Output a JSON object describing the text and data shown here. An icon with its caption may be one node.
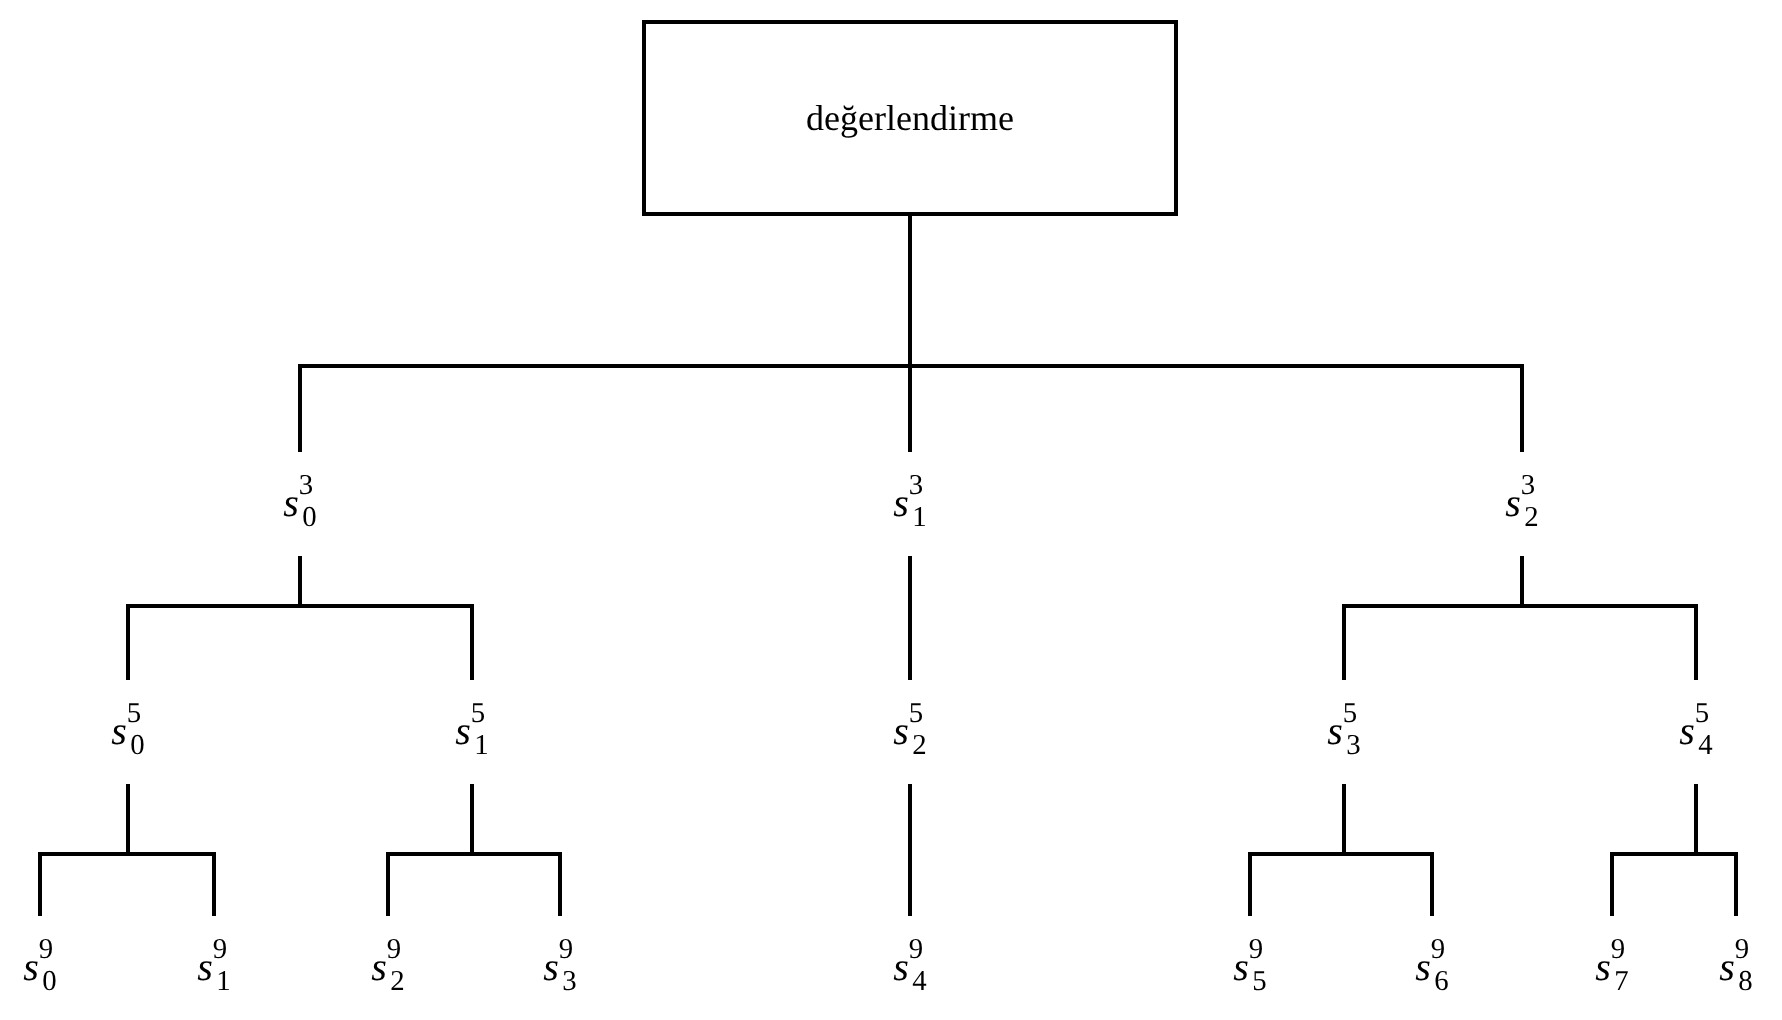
{
  "diagram": {
    "nodes": [
      {
        "text": [
          "değerlendirme"
        ]
      },
      {
        "text": [
          "*s*$^{3}$$_{0}$"
        ]
      },
      {
        "text": [
          "*s*$^{3}$$_{1}$"
        ]
      },
      {
        "text": [
          "*s*$^{3}$$_{2}$"
        ]
      },
      {
        "text": [
          "*s*$^{5}$$_{0}$"
        ]
      },
      {
        "text": [
          "*s*$^{5}$$_{1}$"
        ]
      },
      {
        "text": [
          "*s*$^{5}$$_{2}$"
        ]
      },
      {
        "text": [
          "*s*$^{5}$$_{3}$"
        ]
      },
      {
        "text": [
          "*s*$^{5}$$_{4}$"
        ]
      },
      {
        "text": [
          "*s*$^{9}$$_{0}$"
        ]
      },
      {
        "text": [
          "*s*$^{9}$$_{1}$"
        ]
      },
      {
        "text": [
          "*s*$^{9}$$_{2}$"
        ]
      },
      {
        "text": [
          "*s*$^{9}$$_{3}$"
        ]
      },
      {
        "text": [
          "*s*$^{9}$$_{4}$"
        ]
      },
      {
        "text": [
          "*s*$^{9}$$_{5}$"
        ]
      },
      {
        "text": [
          "*s*$^{9}$$_{6}$"
        ]
      },
      {
        "text": [
          "*s*$^{9}$$_{7}$"
        ]
      },
      {
        "text": [
          "*s*$^{9}$$_{8}$"
        ]
      }
    ],
    "edges": [
      {
        "from": 0,
        "to": 1,
        "arrow": "none"
      },
      {
        "from": 0,
        "to": 2,
        "arrow": "none"
      },
      {
        "from": 0,
        "to": 3,
        "arrow": "none"
      },
      {
        "from": 1,
        "to": 4,
        "arrow": "none"
      },
      {
        "from": 1,
        "to": 5,
        "arrow": "none"
      },
      {
        "from": 2,
        "to": 6,
        "arrow": "none"
      },
      {
        "from": 3,
        "to": 7,
        "arrow": "none"
      },
      {
        "from": 3,
        "to": 8,
        "arrow": "none"
      },
      {
        "from": 4,
        "to": 9,
        "arrow": "none"
      },
      {
        "from": 4,
        "to": 10,
        "arrow": "none"
      },
      {
        "from": 5,
        "to": 11,
        "arrow": "none"
      },
      {
        "from": 5,
        "to": 12,
        "arrow": "none"
      },
      {
        "from": 6,
        "to": 13,
        "arrow": "none"
      },
      {
        "from": 7,
        "to": 14,
        "arrow": "none"
      },
      {
        "from": 7,
        "to": 15,
        "arrow": "none"
      },
      {
        "from": 8,
        "to": 16,
        "arrow": "none"
      },
      {
        "from": 8,
        "to": 17,
        "arrow": "none"
      }
    ]
  }
}
